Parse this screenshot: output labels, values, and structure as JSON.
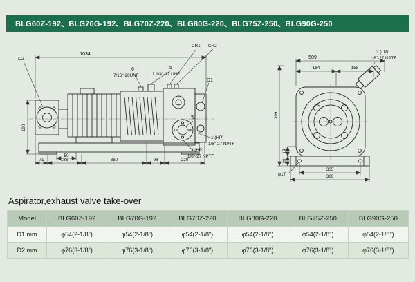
{
  "header": {
    "title": "BLG60Z-192、BLG70G-192、BLG70Z-220、BLG80G-220、BLG75Z-250、BLG90G-250"
  },
  "caption": "Aspirator,exhaust valve take-over",
  "colors": {
    "page_bg": "#e3eae2",
    "banner_bg": "#1c6f4c",
    "banner_text": "#ffffff",
    "table_header_bg": "#b7cab7",
    "row_d1_bg": "#f1f5ef",
    "row_d2_bg": "#dce7da"
  },
  "dims_left": {
    "d2": "D2",
    "total": "1034",
    "cr1": "CR1",
    "cr2": "CR2",
    "p6": "6",
    "p6_thread": "7/16\"-20UNF",
    "p5": "5",
    "p5_thread": "1 1/4\"-12 UNF",
    "d1": "D1",
    "phi8": "φ8",
    "h190": "190",
    "w50": "50",
    "c71": "71",
    "c186": "186",
    "c360": "360",
    "c98": "98",
    "c220": "220",
    "hp1": "1 (HP)",
    "hp1_thread": "1/8\"-27 NPTF",
    "hp3": "3 (HP)",
    "hp3_thread": "1/8\"-27 NPTF"
  },
  "dims_right": {
    "w509": "509",
    "lp2": "2 (LP)",
    "lp2_thread": "1/8\"-27 NPTF",
    "w184": "184",
    "w158": "158",
    "h399": "399",
    "h19": "19",
    "h20": "20",
    "phi17": "φ17",
    "w305": "305",
    "w360": "360"
  },
  "table": {
    "headers": [
      "Model",
      "BLG60Z-192",
      "BLG70G-192",
      "BLG70Z-220",
      "BLG80G-220",
      "BLG75Z-250",
      "BLG90G-250"
    ],
    "rows": [
      {
        "label": "D1 mm",
        "values": [
          "φ54(2-1/8\")",
          "φ54(2-1/8\")",
          "φ54(2-1/8\")",
          "φ54(2-1/8\")",
          "φ54(2-1/8\")",
          "φ54(2-1/8\")"
        ]
      },
      {
        "label": "D2 mm",
        "values": [
          "φ76(3-1/8\")",
          "φ76(3-1/8\")",
          "φ76(3-1/8\")",
          "φ76(3-1/8\")",
          "φ76(3-1/8\")",
          "φ76(3-1/8\")"
        ]
      }
    ]
  }
}
